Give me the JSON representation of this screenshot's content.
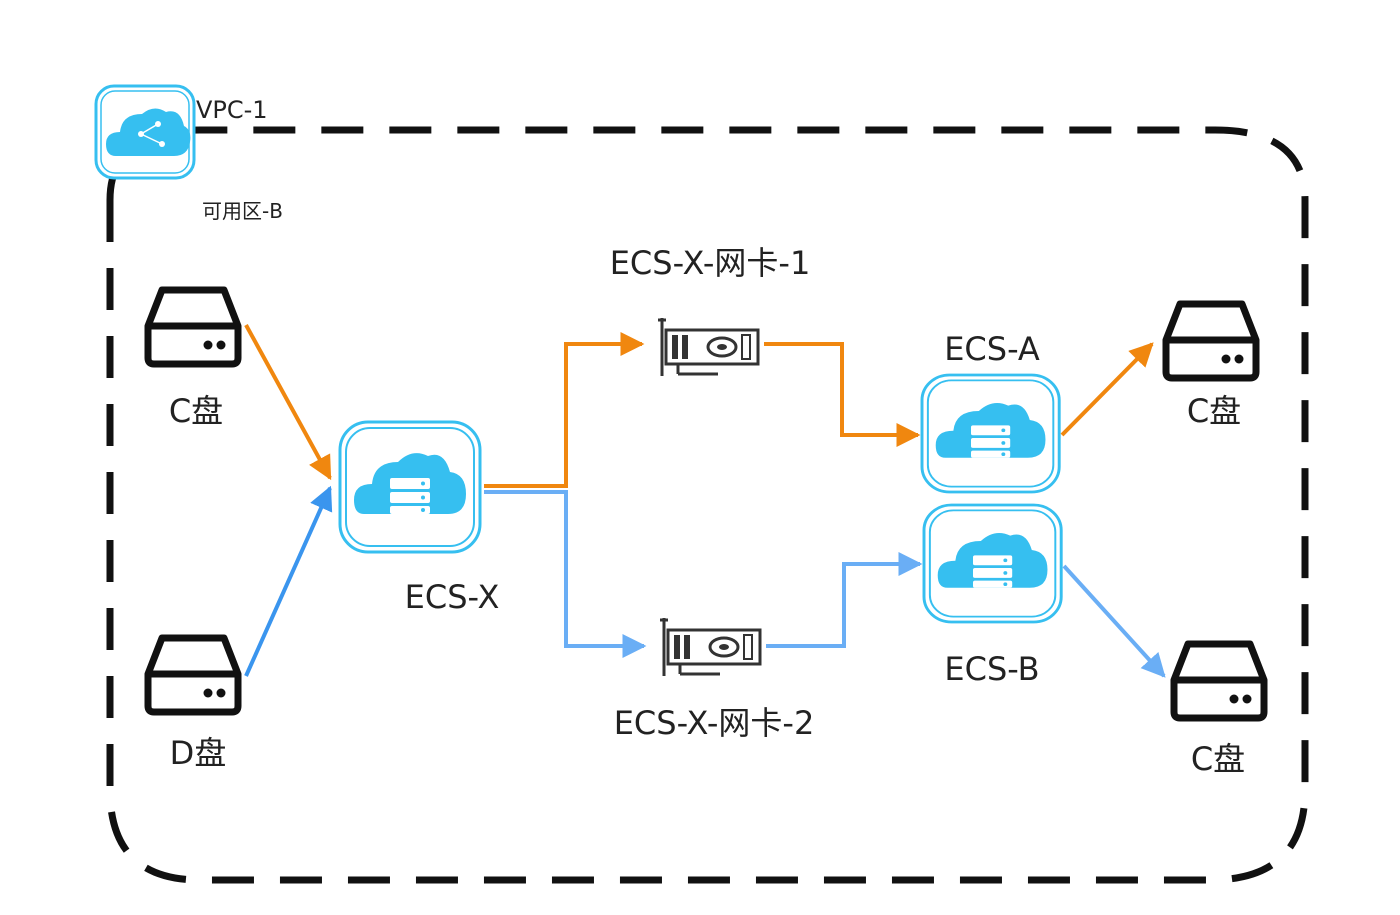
{
  "vpc": {
    "label": "VPC-1",
    "icon": "vpc-cloud-icon"
  },
  "zone": {
    "label": "可用区-B"
  },
  "disks": {
    "left_c": "C盘",
    "left_d": "D盘",
    "right_a": "C盘",
    "right_b": "C盘"
  },
  "nodes": {
    "ecs_x": "ECS-X",
    "ecs_a": "ECS-A",
    "ecs_b": "ECS-B"
  },
  "nics": {
    "nic1": "ECS-X-网卡-1",
    "nic2": "ECS-X-网卡-2"
  },
  "colors": {
    "orange": "#f0870f",
    "blue_dark": "#3a95ee",
    "blue_light": "#6aaef5",
    "cloud": "#36bff0",
    "border": "#111111"
  },
  "icons": [
    "disk-icon",
    "ecs-cloud-server-icon",
    "network-card-icon"
  ]
}
